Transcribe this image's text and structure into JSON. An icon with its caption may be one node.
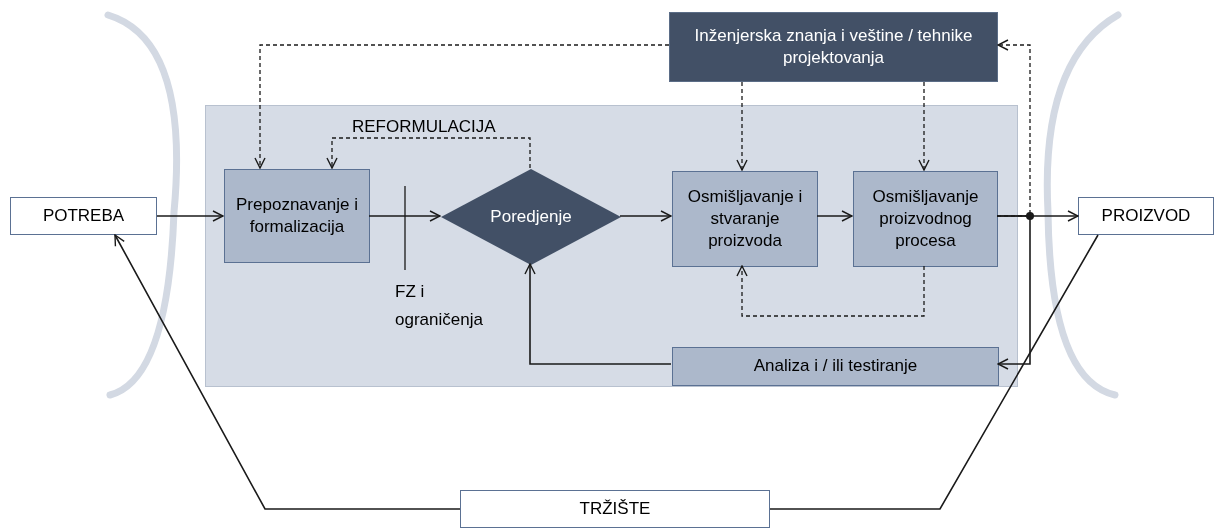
{
  "diagram": {
    "nodes": [
      {
        "text": [
          "POTREBA"
        ]
      },
      {
        "text": [
          "Inženjerska znanja i veštine / tehnike projektovanja"
        ]
      },
      {
        "text": [],
        "shape": "box"
      },
      {
        "text": [
          "Prepoznavanje i formalizacija"
        ],
        "in": 2
      },
      {
        "text": [
          "Poredjenje"
        ],
        "in": 2
      },
      {
        "text": [
          "Osmišljavanje i stvaranje proizvoda"
        ],
        "in": 2
      },
      {
        "text": [
          "Osmišljavanje proizvodnog procesa"
        ],
        "in": 2
      },
      {
        "text": [
          "Analiza i / ili testiranje"
        ],
        "in": 2
      },
      {
        "text": [
          "PROIZVOD"
        ]
      },
      {
        "text": [
          "TRŽIŠTE"
        ]
      }
    ],
    "edges": [
      {
        "from": 0,
        "to": 3,
        "arrow": "to"
      },
      {
        "from": 1,
        "to": 3,
        "arrow": "to",
        "style": "dashed"
      },
      {
        "from": 4,
        "to": 3,
        "arrow": "to",
        "style": "dashed",
        "label": "REFORMULACIJA"
      },
      {
        "from": 3,
        "to": 4,
        "arrow": "to"
      },
      {
        "from": 4,
        "to": 5,
        "arrow": "to"
      },
      {
        "from": 5,
        "to": 6,
        "arrow": "to"
      },
      {
        "from": 1,
        "to": 5,
        "arrow": "to",
        "style": "dashed"
      },
      {
        "from": 1,
        "to": 6,
        "arrow": "to",
        "style": "dashed"
      },
      {
        "from": 6,
        "to": 5,
        "arrow": "to",
        "style": "dashed"
      },
      {
        "from": 6,
        "to": 8,
        "arrow": "to"
      },
      {
        "from": 6,
        "to": 7,
        "arrow": "to"
      },
      {
        "from": 6,
        "to": 1,
        "arrow": "to",
        "style": "dashed"
      },
      {
        "from": 7,
        "to": 4,
        "arrow": "to"
      },
      {
        "from": 9,
        "to": 0,
        "arrow": "to"
      },
      {
        "from": 8,
        "to": 9,
        "arrow": "none"
      }
    ],
    "labels": [
      "FZ i ograničenja"
    ]
  }
}
